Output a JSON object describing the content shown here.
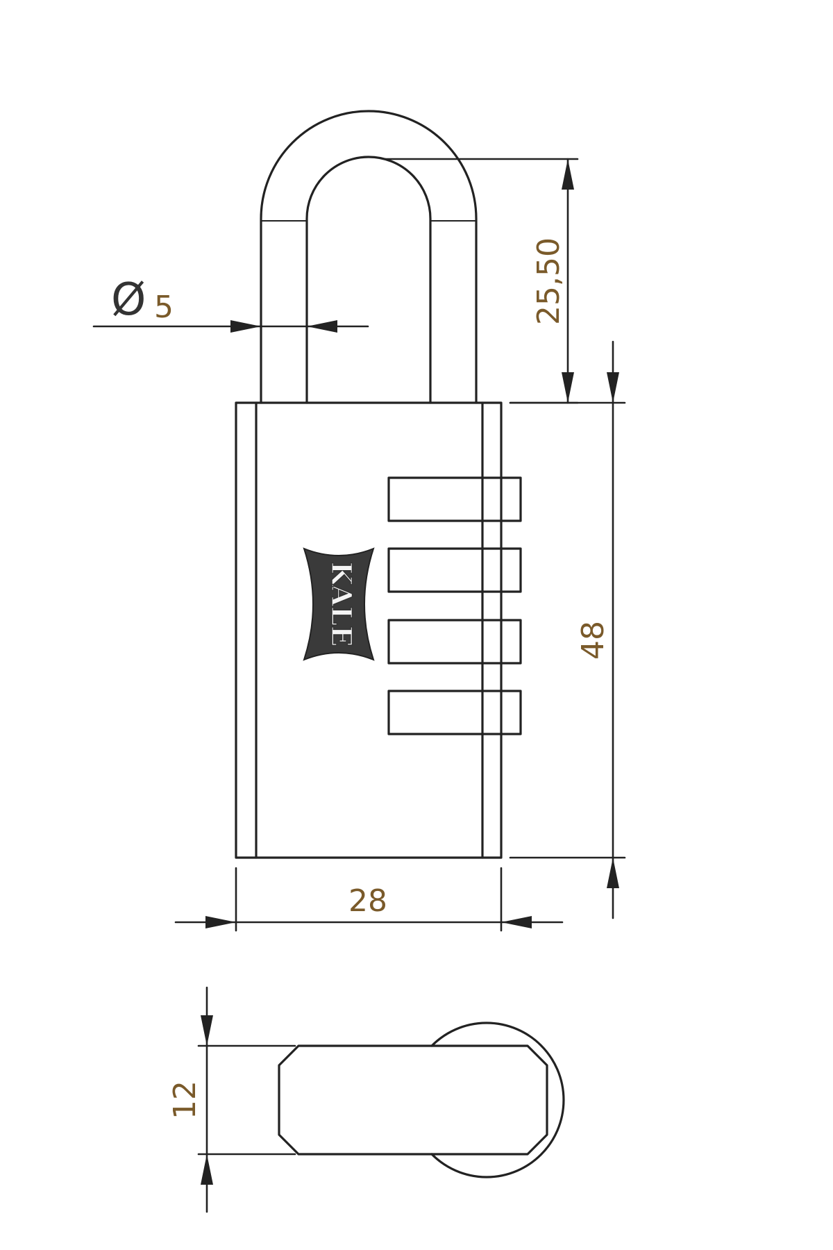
{
  "drawing": {
    "logo": "KALE",
    "dimensions": {
      "shackle_diameter_symbol": "Ø",
      "shackle_diameter": "5",
      "shackle_clearance": "25,50",
      "body_height": "48",
      "body_width": "28",
      "body_thickness": "12"
    }
  }
}
